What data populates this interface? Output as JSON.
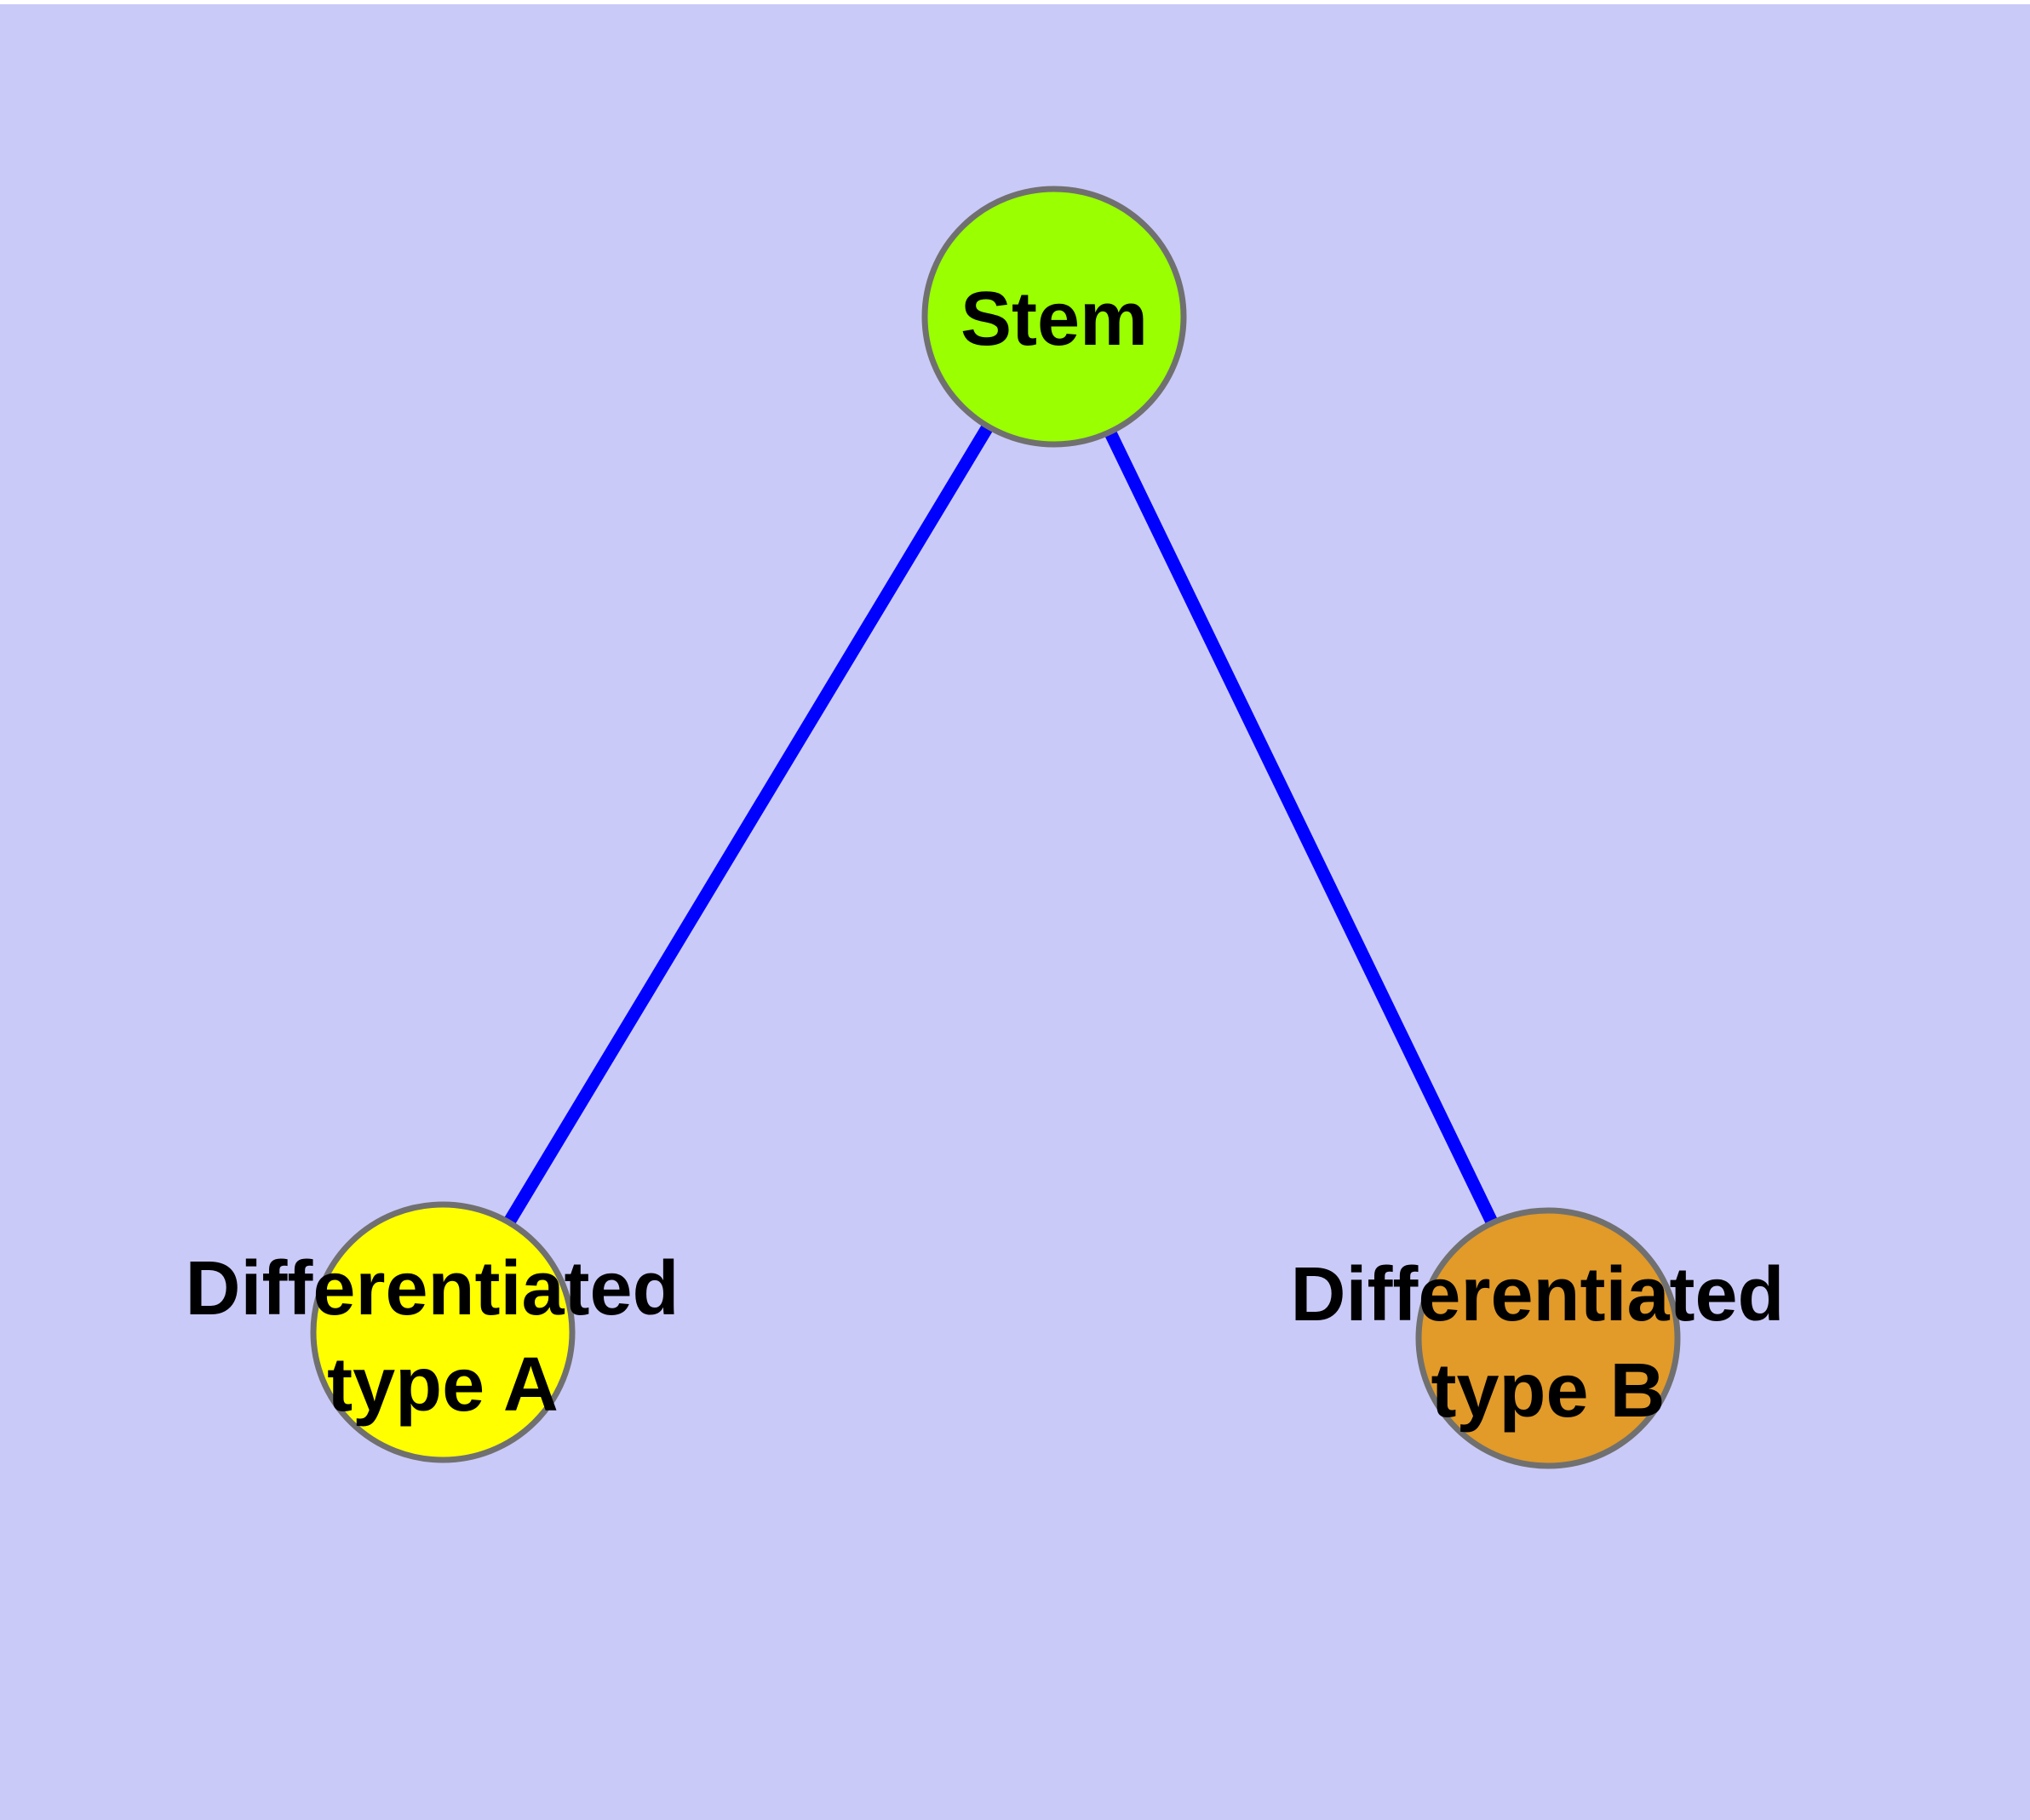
{
  "diagram": {
    "type": "graph",
    "background_color": "#CACAF8",
    "page_margin_color": "#FFFFFF",
    "edge_color": "#0000FF",
    "node_border_color": "#707070",
    "label_color": "#000000",
    "nodes": [
      {
        "id": "stem",
        "label": "Stem",
        "label_lines": [
          "Stem"
        ],
        "fill": "#9AFF00"
      },
      {
        "id": "differentiated-type-a",
        "label": "Differentiated type A",
        "label_lines": [
          "Differentiated",
          "type A"
        ],
        "fill": "#FFFF00"
      },
      {
        "id": "differentiated-type-b",
        "label": "Differentiated type B",
        "label_lines": [
          "Differentiated",
          "type B"
        ],
        "fill": "#E29A28"
      }
    ],
    "edges": [
      {
        "source": "stem",
        "target": "differentiated-type-a"
      },
      {
        "source": "stem",
        "target": "differentiated-type-b"
      }
    ]
  }
}
